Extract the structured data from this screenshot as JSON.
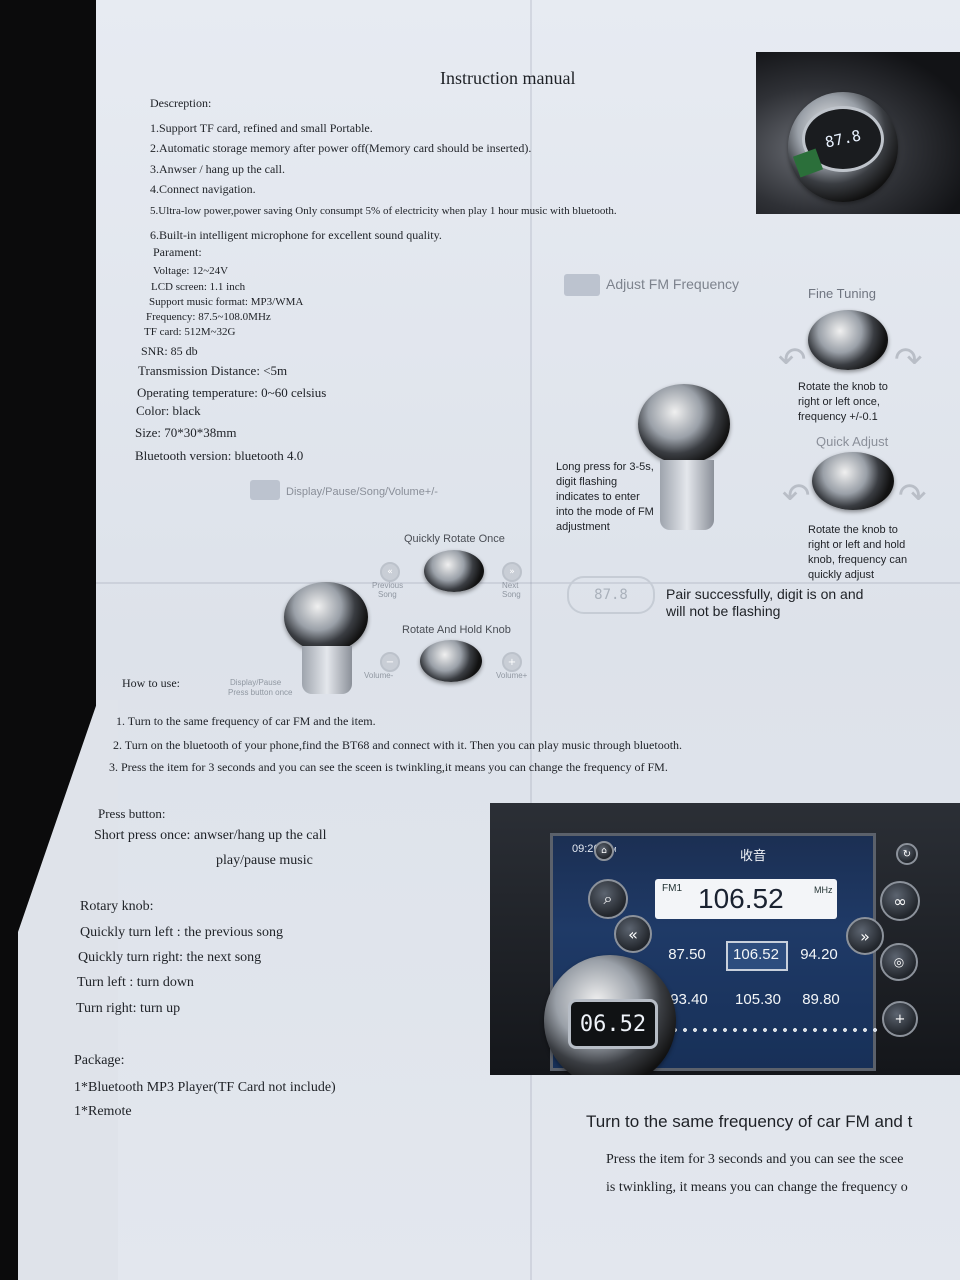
{
  "title": "Instruction manual",
  "description_heading": "Descreption:",
  "description_items": [
    "1.Support TF card, refined and small Portable.",
    "2.Automatic storage memory after power off(Memory card should be inserted).",
    "3.Anwser / hang up the call.",
    "4.Connect navigation.",
    "5.Ultra-low power,power saving  Only consumpt 5% of electricity when play 1 hour music with bluetooth.",
    "6.Built-in intelligent microphone for excellent sound quality."
  ],
  "parameter_heading": "Parament:",
  "parameters": [
    "Voltage: 12~24V",
    "LCD screen: 1.1 inch",
    "Support music format: MP3/WMA",
    "Frequency: 87.5~108.0MHz",
    "TF card: 512M~32G",
    "SNR: 85 db",
    "Transmission Distance: <5m",
    "Operating temperature: 0~60 celsius",
    "Color: black",
    "Size: 70*30*38mm",
    "Bluetooth version: bluetooth 4.0"
  ],
  "diagram": {
    "section2_label": "Adjust FM Frequency",
    "fine_tuning": "Fine Tuning",
    "fine_text": [
      "Rotate the knob to",
      "right or left once,",
      "frequency +/-0.1"
    ],
    "quick_adjust": "Quick Adjust",
    "quick_text": [
      "Rotate the knob to",
      "right or left and hold",
      "knob, frequency can",
      "quickly adjust"
    ],
    "long_press_text": [
      "Long press for 3-5s,",
      "digit flashing",
      "indicates to enter",
      "into the mode of FM",
      "adjustment"
    ],
    "section1_label": "Display/Pause/Song/Volume+/-",
    "quick_rotate": "Quickly Rotate Once",
    "previous_song": [
      "Previous",
      "Song"
    ],
    "next_song": [
      "Next",
      "Song"
    ],
    "rotate_hold": "Rotate And Hold Knob",
    "volume_minus": "Volume-",
    "volume_plus": "Volume+",
    "display_pause": [
      "Display/Pause",
      "Press button once"
    ],
    "pair_lcd": "87.8",
    "pair_text": [
      "Pair successfully, digit is on and",
      "will not be flashing"
    ],
    "photo_lcd": "87.8"
  },
  "how_to_use_heading": "How to use:",
  "how_to_use_steps": [
    "1. Turn to the same frequency of car FM and the item.",
    "2. Turn on the bluetooth of your phone,find the BT68 and connect with it. Then you can play music through   bluetooth.",
    "3. Press the item for 3 seconds and you can see the sceen is twinkling,it means you can change the frequency of FM."
  ],
  "press_button_heading": "Press button:",
  "press_button_lines": [
    "Short press once: anwser/hang up the call",
    "play/pause music"
  ],
  "rotary_heading": "Rotary knob:",
  "rotary_lines": [
    "Quickly turn left :  the previous song",
    "Quickly turn right: the next song",
    "Turn left : turn down",
    "Turn right: turn up"
  ],
  "package_heading": "Package:",
  "package_lines": [
    "1*Bluetooth MP3 Player(TF Card not include)",
    "1*Remote"
  ],
  "car_screen": {
    "time": "09:26",
    "ampm": "AM",
    "title_cn": "收音",
    "band": "FM1",
    "frequency": "106.52",
    "unit": "MHz",
    "presets": [
      "87.50",
      "106.52",
      "94.20",
      "93.40",
      "105.30",
      "89.80"
    ],
    "device_lcd": "06.52"
  },
  "caption_big": "Turn to the same frequency of car FM and t",
  "caption_lines": [
    "Press the item for 3 seconds and you can see the scee",
    "is twinkling, it means you can change the frequency o"
  ]
}
